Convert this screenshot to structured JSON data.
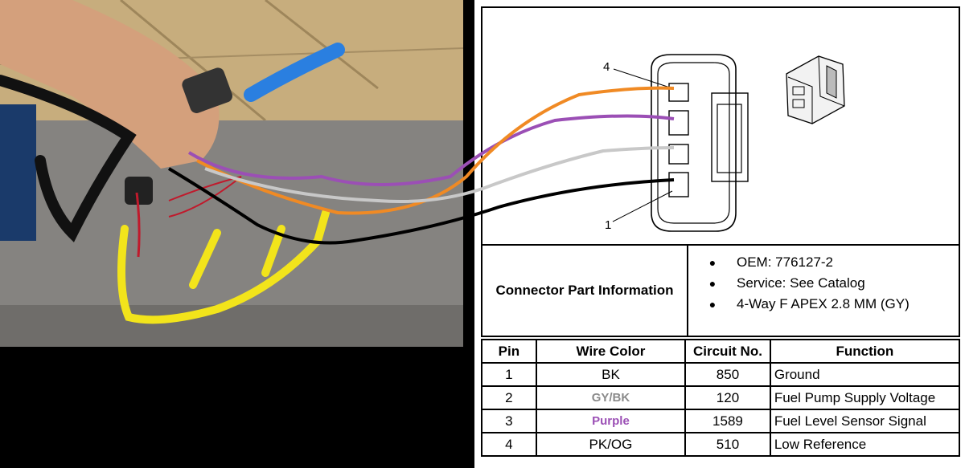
{
  "info": {
    "title": "Connector Part Information",
    "items": [
      "OEM: 776127-2",
      "Service: See Catalog",
      "4-Way F APEX 2.8 MM (GY)"
    ]
  },
  "diagram": {
    "label_pin4": "4",
    "label_pin1": "1"
  },
  "table": {
    "headers": [
      "Pin",
      "Wire Color",
      "Circuit No.",
      "Function"
    ],
    "rows": [
      {
        "pin": "1",
        "color": "BK",
        "circuit": "850",
        "function": "Ground"
      },
      {
        "pin": "2",
        "color": "GY/BK",
        "circuit": "120",
        "function": "Fuel Pump Supply Voltage"
      },
      {
        "pin": "3",
        "color": "Purple",
        "circuit": "1589",
        "function": "Fuel Level Sensor Signal"
      },
      {
        "pin": "4",
        "color": "PK/OG",
        "circuit": "510",
        "function": "Low Reference"
      }
    ]
  },
  "colors": {
    "purple_wire": "#9b4fb5",
    "orange_wire": "#f08a24",
    "gray_wire": "#c8c8c8",
    "black_wire": "#000000",
    "yellow_mark": "#f2e41b",
    "blue_mark": "#2a7fe0"
  }
}
